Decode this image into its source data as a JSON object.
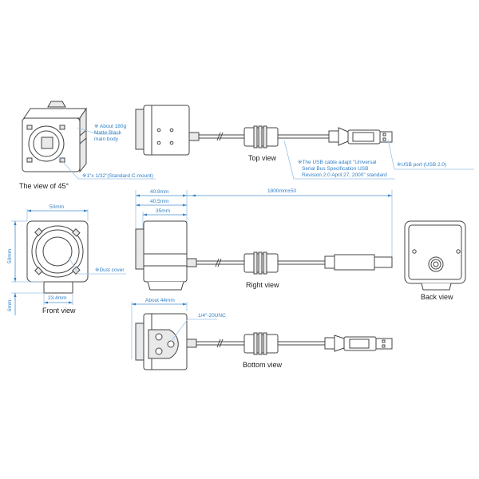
{
  "views": {
    "view45": {
      "label": "The view of 45°"
    },
    "top": {
      "label": "Top view"
    },
    "right": {
      "label": "Right view"
    },
    "front": {
      "label": "Front view"
    },
    "back": {
      "label": "Back view"
    },
    "bottom": {
      "label": "Bottom view"
    }
  },
  "notes": {
    "weight": [
      "※ About 180g",
      "Matte Black",
      "main body"
    ],
    "mount": "※1\"x 1/32\"(Standard C-mount)",
    "usb_cable": [
      "※The USB cable adapt \"Universal",
      "Serial Bus Specification USB",
      "Revision 2.0 April 27, 2000\" standard"
    ],
    "usb_port": "※USB port  (USB 2.0)",
    "dust_cover": "※Dust  cover",
    "tripod": "1/4\"-20UNC"
  },
  "dimensions": {
    "overall_length": "40.8mm",
    "body_length": "40.5mm",
    "body_core": "35mm",
    "cable_length": "1800mm±50",
    "front_width": "50mm",
    "front_height": "50mm",
    "foot_width": "23.4mm",
    "foot_height": "6mm",
    "bottom_length": "About 44mm"
  },
  "colors": {
    "annotation": "#2f7fc8",
    "line": "#444444"
  }
}
